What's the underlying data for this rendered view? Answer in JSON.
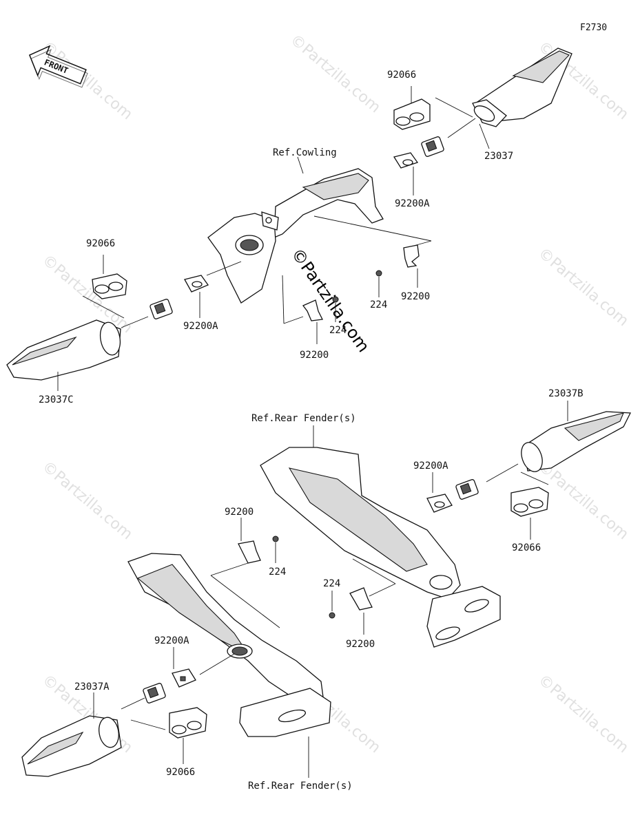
{
  "figure_id": "F2730",
  "front_label": "FRONT",
  "watermark_main": "©Partzilla.com",
  "watermark": "©Partzilla.com",
  "labels": {
    "p92066_top": "92066",
    "p23037": "23037",
    "ref_cowling": "Ref.Cowling",
    "p92200A_top": "92200A",
    "p92066_left": "92066",
    "p92200A_left": "92200A",
    "p23037C": "23037C",
    "p224_mid": "224",
    "p224_right": "224",
    "p92200_right": "92200",
    "p92200_mid": "92200",
    "ref_rear_fender_top": "Ref.Rear Fender(s)",
    "p23037B": "23037B",
    "p92200A_right": "92200A",
    "p92066_right": "92066",
    "p92200_lower": "92200",
    "p224_lower": "224",
    "p224_lower2": "224",
    "p92200_lower2": "92200",
    "p92200A_lower": "92200A",
    "p23037A": "23037A",
    "p92066_lower": "92066",
    "ref_rear_fender_bottom": "Ref.Rear Fender(s)"
  }
}
